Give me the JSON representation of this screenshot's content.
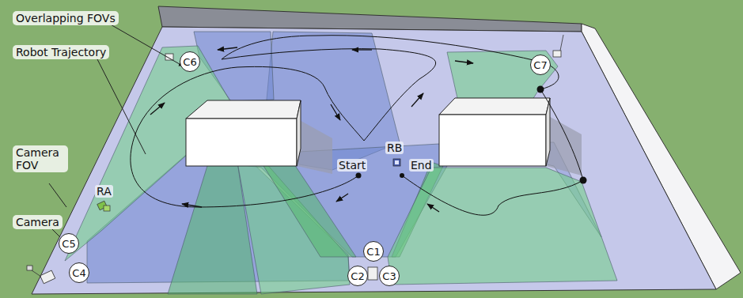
{
  "diagram": {
    "nodes": [
      {
        "text": [
          "C6"
        ]
      },
      {
        "text": [
          "C7"
        ]
      },
      {
        "text": [
          "C5"
        ]
      },
      {
        "text": [
          "C4"
        ]
      },
      {
        "text": [
          "C1"
        ]
      },
      {
        "text": [
          "C2"
        ]
      },
      {
        "text": [
          "C3"
        ]
      }
    ],
    "labels": [
      "Overlapping FOVs",
      "Robot Trajectory",
      "Camera FOV",
      "Camera",
      "RA",
      "RB",
      "Start",
      "End"
    ]
  }
}
